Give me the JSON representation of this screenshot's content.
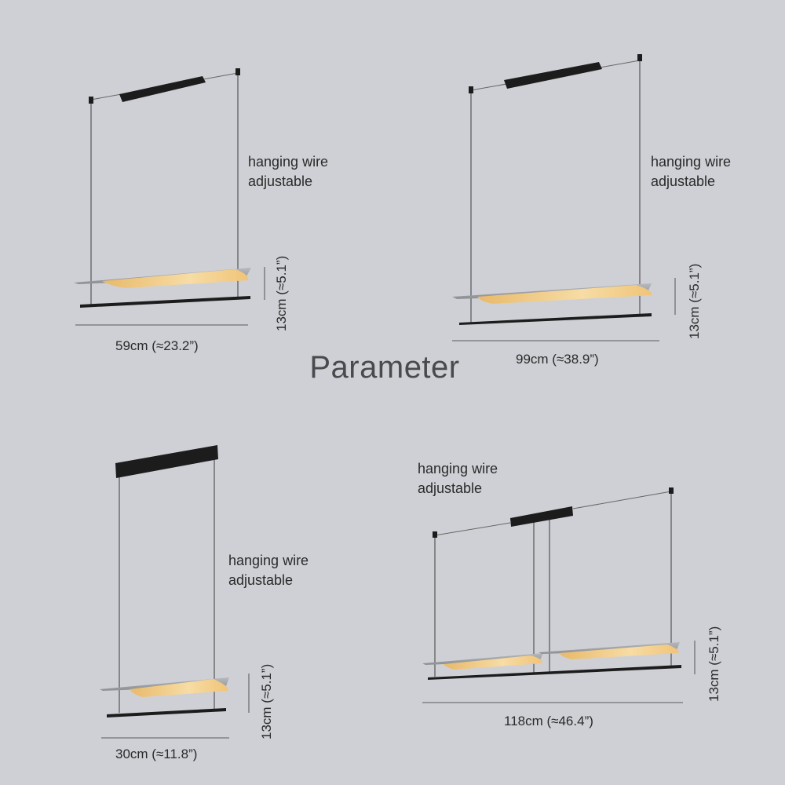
{
  "title": "Parameter",
  "colors": {
    "background": "#cfd0d5",
    "metal": "#1c1c1c",
    "shade": "#9d9fa2",
    "glow": "#f4cf8c",
    "text": "#2a2a2a"
  },
  "variants": [
    {
      "wire_label_1": "hanging wire",
      "wire_label_2": "adjustable",
      "width": "59cm (≈23.2”)",
      "height": "13cm (≈5.1”)"
    },
    {
      "wire_label_1": "hanging wire",
      "wire_label_2": "adjustable",
      "width": "99cm (≈38.9”)",
      "height": "13cm (≈5.1”)"
    },
    {
      "wire_label_1": "hanging wire",
      "wire_label_2": "adjustable",
      "width": "30cm (≈11.8”)",
      "height": "13cm (≈5.1”)"
    },
    {
      "wire_label_1": "hanging wire",
      "wire_label_2": "adjustable",
      "width": "118cm (≈46.4”)",
      "height": "13cm (≈5.1”)"
    }
  ]
}
